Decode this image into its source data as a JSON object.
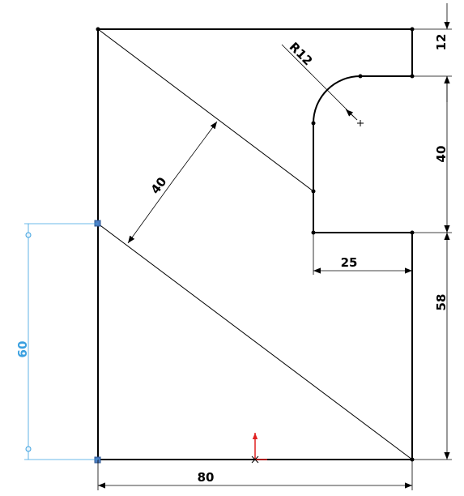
{
  "sketch": {
    "dimensions": {
      "top_step": "12",
      "pocket_height": "40",
      "pocket_width": "25",
      "right_lower": "58",
      "bottom_width": "80",
      "diagonal_distance": "40",
      "fillet_radius": "R12",
      "driven_height": "60"
    },
    "colors": {
      "geometry": "#000000",
      "driven_dimension": "#3aa0e0",
      "selected_point": "#4d7fc4",
      "origin_y": "#e02020"
    }
  }
}
